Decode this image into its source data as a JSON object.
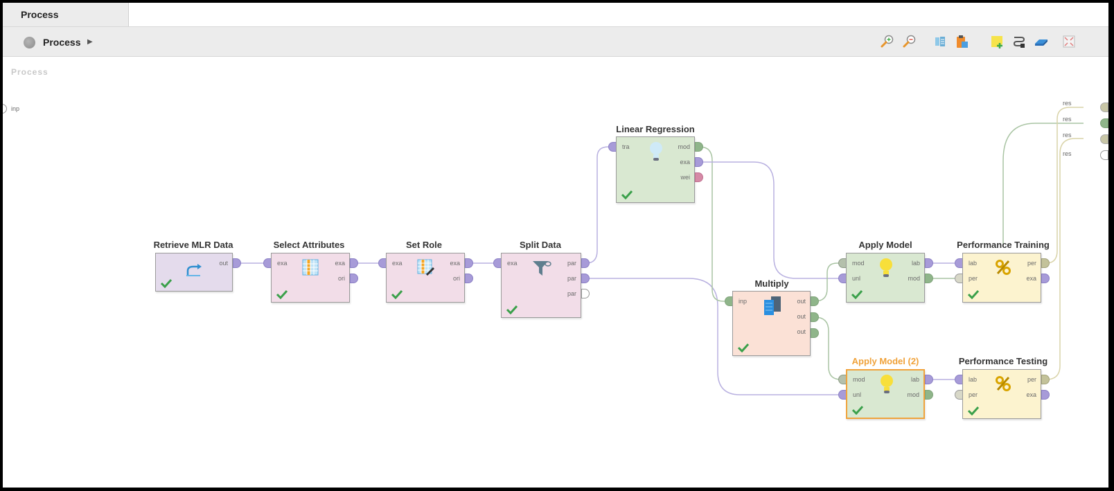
{
  "tab": {
    "label": "Process"
  },
  "breadcrumb": {
    "label": "Process"
  },
  "toolbar": {
    "icons": [
      "zoom-in-icon",
      "zoom-out-icon",
      "auto-fit-icon",
      "paste-icon",
      "add-note-icon",
      "auto-wire-icon",
      "layer-icon",
      "fullscreen-icon"
    ]
  },
  "canvas": {
    "label": "Process",
    "input_port": "inp",
    "result_ports": [
      "res",
      "res",
      "res",
      "res"
    ]
  },
  "operators": [
    {
      "id": "retrieve",
      "title": "Retrieve MLR Data",
      "inputs": [],
      "outputs": [
        "out"
      ],
      "icon": "retrieve-icon"
    },
    {
      "id": "select",
      "title": "Select Attributes",
      "inputs": [
        "exa"
      ],
      "outputs": [
        "exa",
        "ori"
      ],
      "icon": "table-icon"
    },
    {
      "id": "setrole",
      "title": "Set Role",
      "inputs": [
        "exa"
      ],
      "outputs": [
        "exa",
        "ori"
      ],
      "icon": "table-edit-icon"
    },
    {
      "id": "split",
      "title": "Split Data",
      "inputs": [
        "exa"
      ],
      "outputs": [
        "par",
        "par",
        "par"
      ],
      "icon": "filter-icon"
    },
    {
      "id": "linreg",
      "title": "Linear Regression",
      "inputs": [
        "tra"
      ],
      "outputs": [
        "mod",
        "exa",
        "wei"
      ],
      "icon": "lightbulb-icon"
    },
    {
      "id": "multiply",
      "title": "Multiply",
      "inputs": [
        "inp"
      ],
      "outputs": [
        "out",
        "out",
        "out"
      ],
      "icon": "multiply-icon"
    },
    {
      "id": "apply1",
      "title": "Apply Model",
      "inputs": [
        "mod",
        "unl"
      ],
      "outputs": [
        "lab",
        "mod"
      ],
      "icon": "lightbulb-icon"
    },
    {
      "id": "apply2",
      "title": "Apply Model (2)",
      "inputs": [
        "mod",
        "unl"
      ],
      "outputs": [
        "lab",
        "mod"
      ],
      "icon": "lightbulb-icon"
    },
    {
      "id": "perftrain",
      "title": "Performance Training",
      "inputs": [
        "lab",
        "per"
      ],
      "outputs": [
        "per",
        "exa"
      ],
      "icon": "percent-icon"
    },
    {
      "id": "perftest",
      "title": "Performance Testing",
      "inputs": [
        "lab",
        "per"
      ],
      "outputs": [
        "per",
        "exa"
      ],
      "icon": "percent-icon"
    }
  ],
  "colors": {
    "purple_port": "#a79bd8",
    "green_port": "#8fb58a",
    "olive_port": "#c3c29a",
    "pink_port": "#d58aa6",
    "data_op": "#e4dbec",
    "prep_op": "#f2dde8",
    "model_op": "#d9e8d1",
    "multiply_op": "#fbe1d6",
    "perf_op": "#fcf3cf",
    "selected": "#f0a23a",
    "wire_purple": "#b8b0e0",
    "wire_green": "#a9c4a3"
  }
}
